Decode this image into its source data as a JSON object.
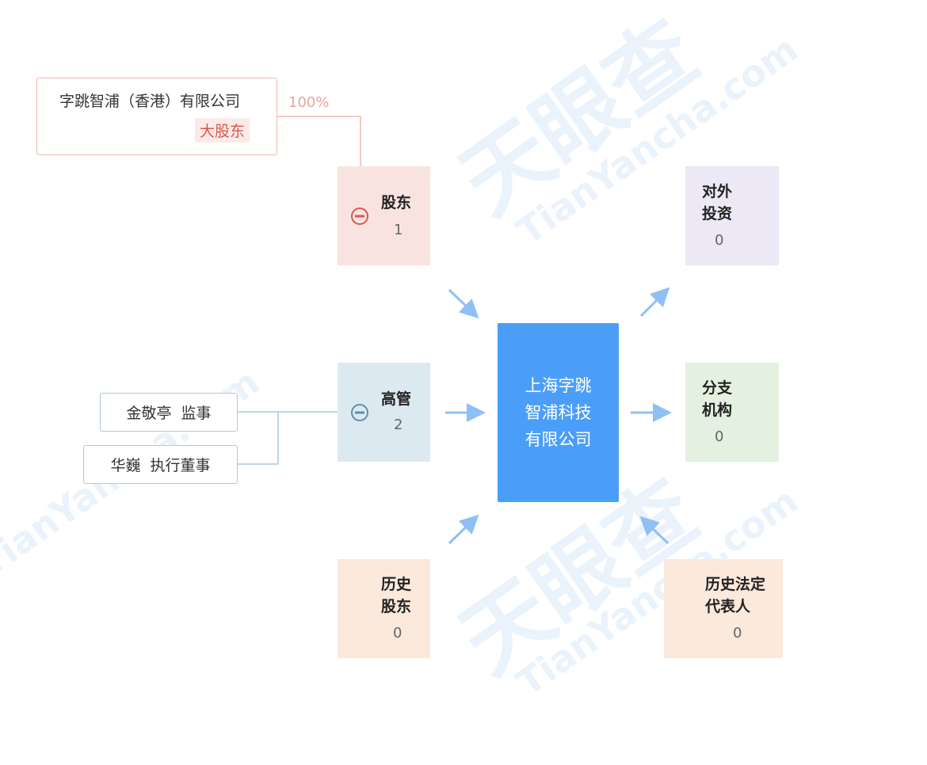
{
  "watermark": {
    "brand": "天眼查",
    "site": "TianYancha.com"
  },
  "shareholder": {
    "name": "字跳智浦（香港）有限公司",
    "tag": "大股东",
    "percent": "100%"
  },
  "nodes": {
    "shareholders": {
      "title": "股东",
      "count": "1"
    },
    "outbound_investment": {
      "line1": "对外",
      "line2": "投资",
      "count": "0"
    },
    "executives": {
      "title": "高管",
      "count": "2"
    },
    "branches": {
      "line1": "分支",
      "line2": "机构",
      "count": "0"
    },
    "history_shareholders": {
      "line1": "历史",
      "line2": "股东",
      "count": "0"
    },
    "history_legal_rep": {
      "line1": "历史法定",
      "line2": "代表人",
      "count": "0"
    }
  },
  "center": {
    "line1": "上海字跳",
    "line2": "智浦科技",
    "line3": "有限公司"
  },
  "executives": [
    {
      "label": "金敬亭  监事"
    },
    {
      "label": "华巍  执行董事"
    }
  ],
  "colors": {
    "center": "#4b9ef8",
    "arrow": "#8fc0f5",
    "shareholder": "#f9e3e0",
    "exec": "#dde9f1"
  }
}
